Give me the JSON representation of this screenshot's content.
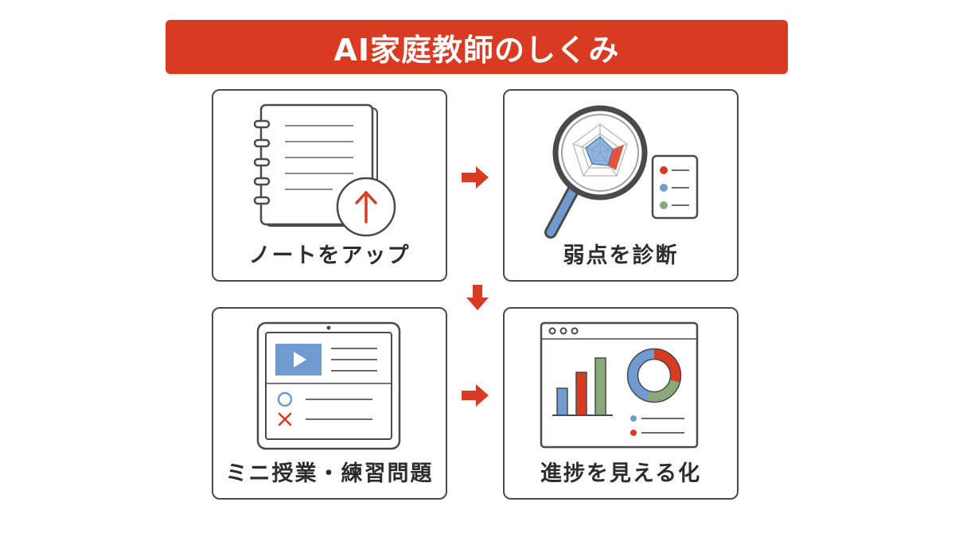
{
  "title": "AI家庭教師のしくみ",
  "steps": [
    {
      "label": "ノートをアップ",
      "icon": "notebook-upload-icon"
    },
    {
      "label": "弱点を診断",
      "icon": "magnifier-radar-icon"
    },
    {
      "label": "ミニ授業・練習問題",
      "icon": "tablet-lesson-icon"
    },
    {
      "label": "進捗を見える化",
      "icon": "dashboard-chart-icon"
    }
  ],
  "quiz_marks": [
    "○",
    "×"
  ],
  "colors": {
    "accent": "#d83a22",
    "blue": "#6f9bd1",
    "green": "#8aa97a",
    "outline": "#4a4a4a"
  }
}
